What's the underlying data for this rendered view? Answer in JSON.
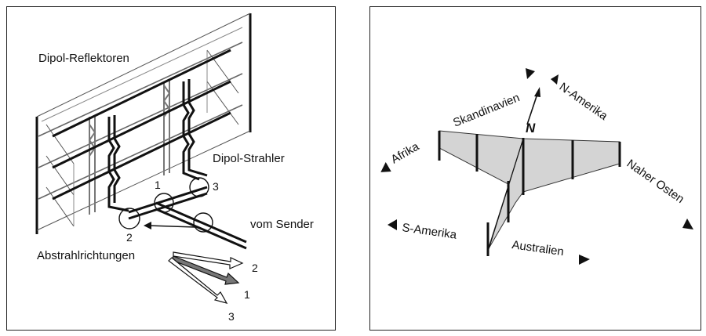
{
  "left_panel": {
    "label_reflectors": "Dipol-Reflektoren",
    "label_radiators": "Dipol-Strahler",
    "label_from_transmitter": "vom Sender",
    "label_directions": "Abstrahlrichtungen",
    "radiator_numbers": [
      "1",
      "2",
      "3"
    ],
    "arrow_numbers": [
      "2",
      "1",
      "3"
    ]
  },
  "right_panel": {
    "north_symbol": "N",
    "regions": {
      "africa": "Afrika",
      "scandinavia": "Skandinavien",
      "north_america": "N-Amerika",
      "middle_east": "Naher Osten",
      "south_america": "S-Amerika",
      "australia": "Australien"
    }
  }
}
